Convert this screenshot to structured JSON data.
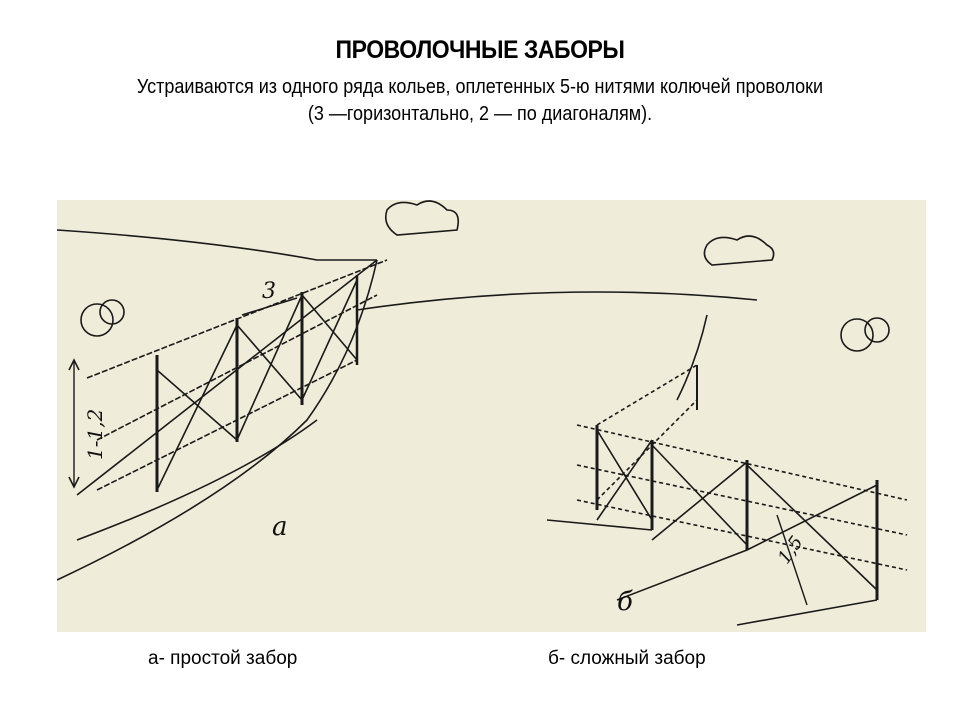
{
  "slide": {
    "title": "ПРОВОЛОЧНЫЕ ЗАБОРЫ",
    "subtitle_line1": "Устраиваются из одного ряда кольев, оплетенных 5-ю нитями колючей проволоки",
    "subtitle_line2": "(3 —горизонтально, 2 — по диагоналям)."
  },
  "figure": {
    "labels": {
      "spacing_a": "3",
      "height_a": "1-1,2",
      "letter_a": "а",
      "spacing_b": "1,5",
      "letter_b": "б"
    }
  },
  "captions": {
    "simple": "а- простой забор",
    "complex": "б- сложный забор"
  }
}
